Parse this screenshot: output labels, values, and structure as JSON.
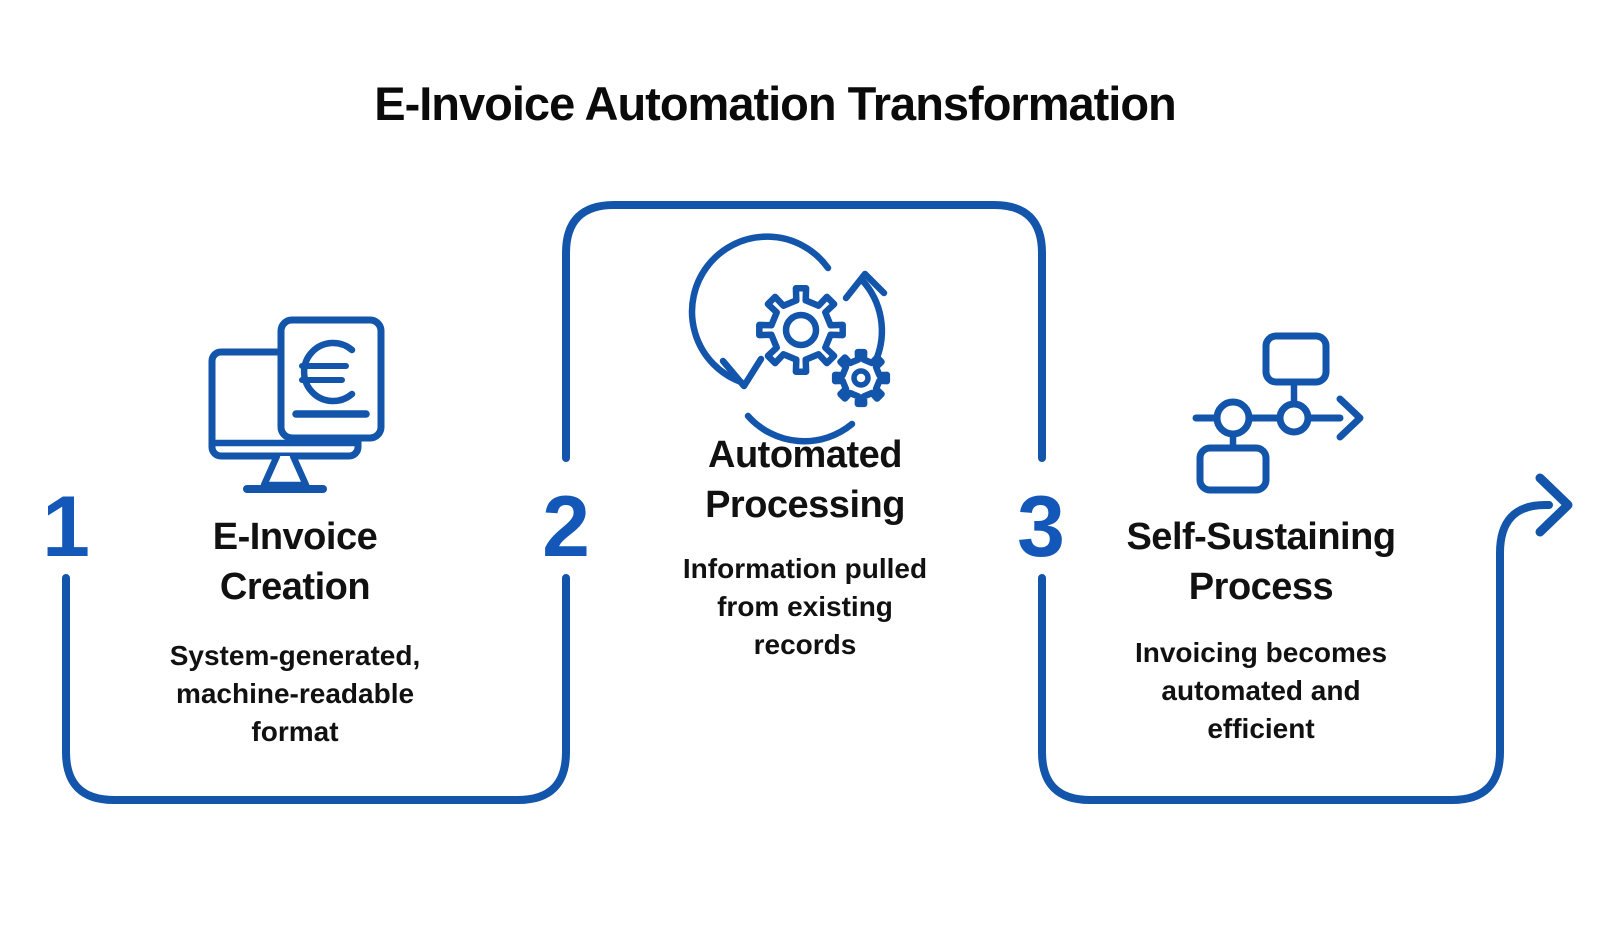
{
  "title": "E-Invoice Automation Transformation",
  "colors": {
    "background": "#ffffff",
    "flow_line": "#1355ab",
    "step_number": "#1358b8",
    "text": "#0d0d0d"
  },
  "steps": [
    {
      "number": "1",
      "heading": "E-Invoice\nCreation",
      "description": "System-generated,\nmachine-readable\nformat",
      "icon": "monitor-euro-invoice-icon"
    },
    {
      "number": "2",
      "heading": "Automated\nProcessing",
      "description": "Information pulled\nfrom existing\nrecords",
      "icon": "gears-cycle-icon"
    },
    {
      "number": "3",
      "heading": "Self-Sustaining\nProcess",
      "description": "Invoicing becomes\nautomated and\nefficient",
      "icon": "flowchart-timeline-icon"
    }
  ],
  "flow": {
    "direction": "left-to-right",
    "end_marker": "arrow-right"
  }
}
